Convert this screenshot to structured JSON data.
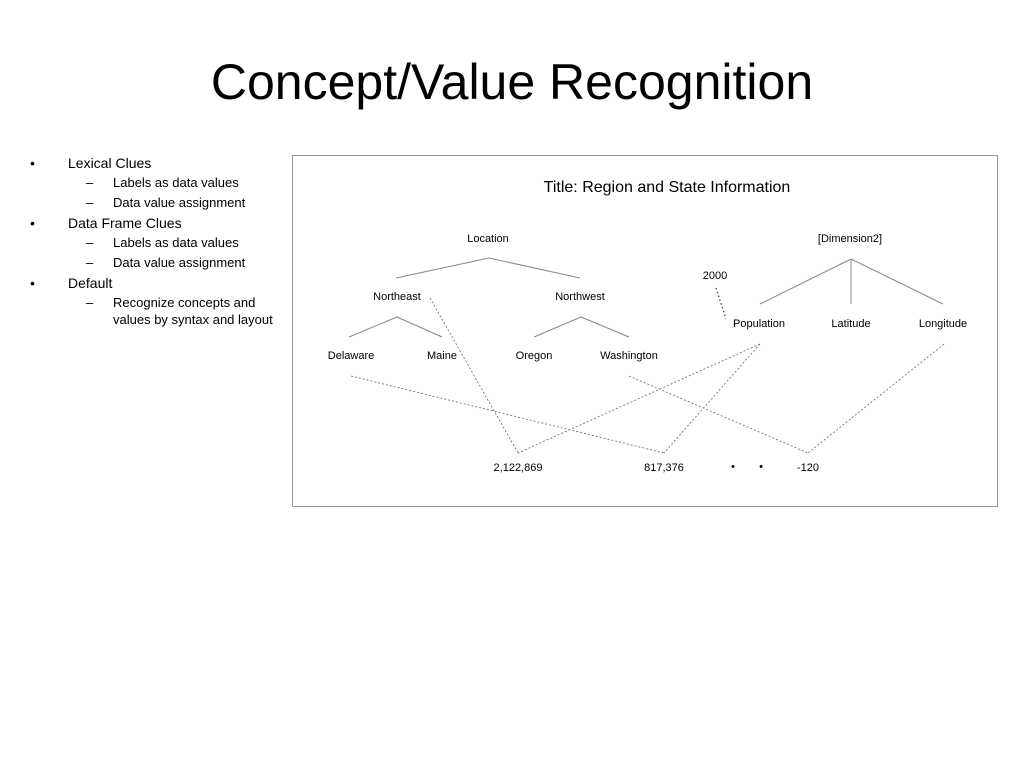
{
  "slide": {
    "title": "Concept/Value Recognition"
  },
  "bullets": [
    {
      "marker": "•",
      "text": "Lexical Clues",
      "children": [
        {
          "marker": "–",
          "text": "Labels as data values"
        },
        {
          "marker": "–",
          "text": "Data value assignment"
        }
      ]
    },
    {
      "marker": "•",
      "text": "Data Frame Clues",
      "children": [
        {
          "marker": "–",
          "text": "Labels as data values"
        },
        {
          "marker": "–",
          "text": "Data value assignment"
        }
      ]
    },
    {
      "marker": "•",
      "text": "Default",
      "children": [
        {
          "marker": "–",
          "text": "Recognize  concepts and values by syntax and layout"
        }
      ]
    }
  ],
  "diagram": {
    "title": "Title: Region and State Information",
    "left_root": "Location",
    "regions": [
      "Northeast",
      "Northwest"
    ],
    "states": [
      "Delaware",
      "Maine",
      "Oregon",
      "Washington"
    ],
    "right_root": "[Dimension2]",
    "year": "2000",
    "attributes": [
      "Population",
      "Latitude",
      "Longitude"
    ],
    "values": [
      "2,122,869",
      "817,376",
      "-120"
    ],
    "ellipsis_dots": [
      "•",
      "•"
    ]
  }
}
